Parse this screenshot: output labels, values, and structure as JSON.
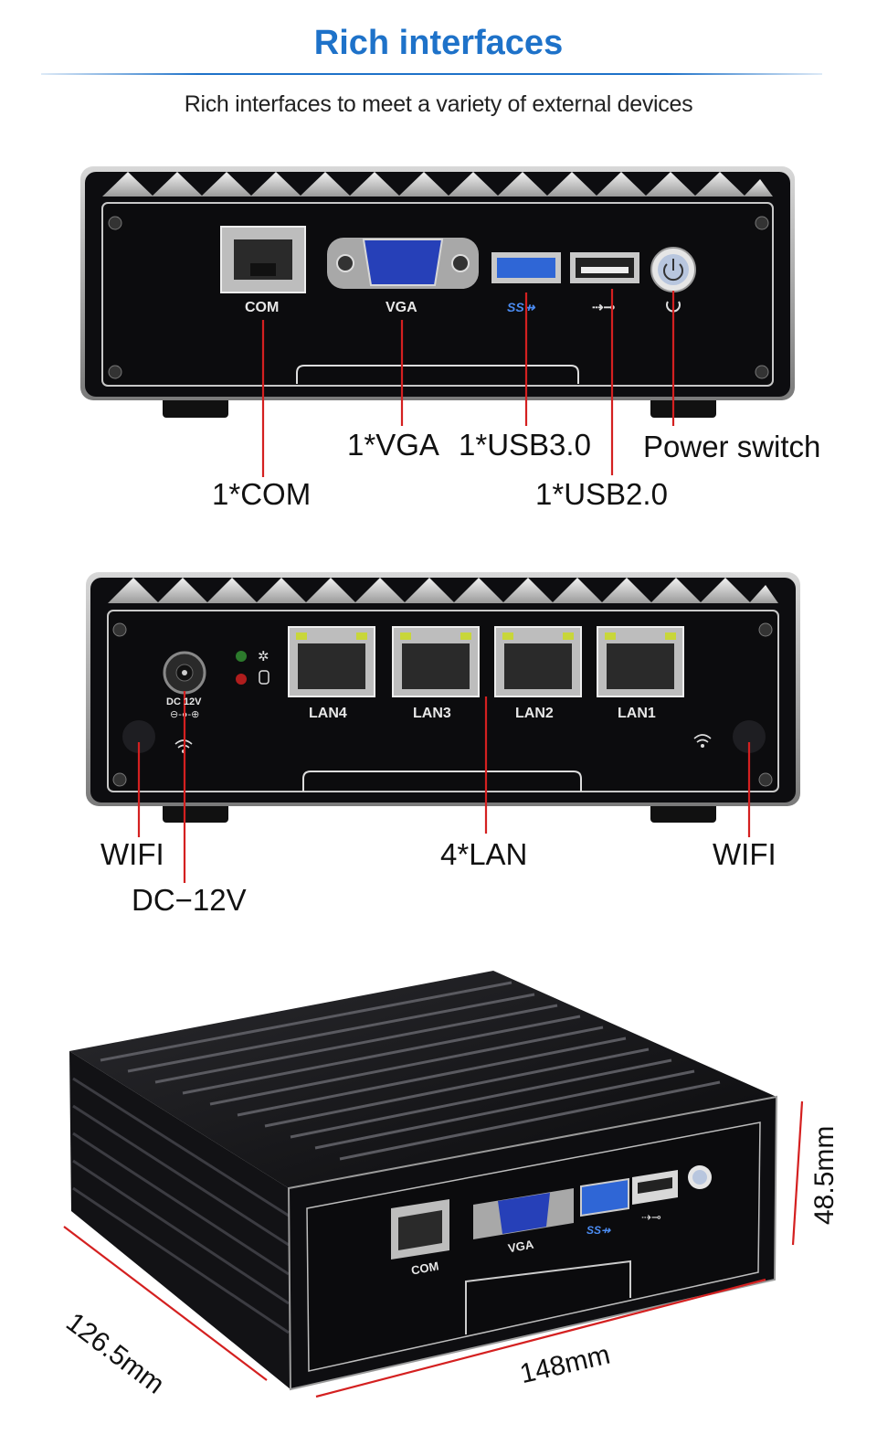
{
  "header": {
    "title": "Rich interfaces",
    "subtitle": "Rich interfaces to meet a variety of external devices"
  },
  "front_panel": {
    "port_labels": {
      "com": "COM",
      "vga": "VGA"
    },
    "callouts": {
      "vga": "1*VGA",
      "usb3": "1*USB3.0",
      "power": "Power switch",
      "com": "1*COM",
      "usb2": "1*USB2.0"
    }
  },
  "rear_panel": {
    "dc_label": "DC 12V",
    "lan_ports": [
      "LAN4",
      "LAN3",
      "LAN2",
      "LAN1"
    ],
    "callouts": {
      "wifi_left": "WIFI",
      "dc": "DC−12V",
      "lan": "4*LAN",
      "wifi_right": "WIFI"
    }
  },
  "iso_view": {
    "port_labels": {
      "com": "COM",
      "vga": "VGA"
    },
    "dimensions": {
      "depth": "126.5mm",
      "width": "148mm",
      "height": "48.5mm"
    }
  },
  "colors": {
    "title_blue": "#1e72c9",
    "callout_red": "#d42020",
    "chassis": "#0c0c0e"
  }
}
